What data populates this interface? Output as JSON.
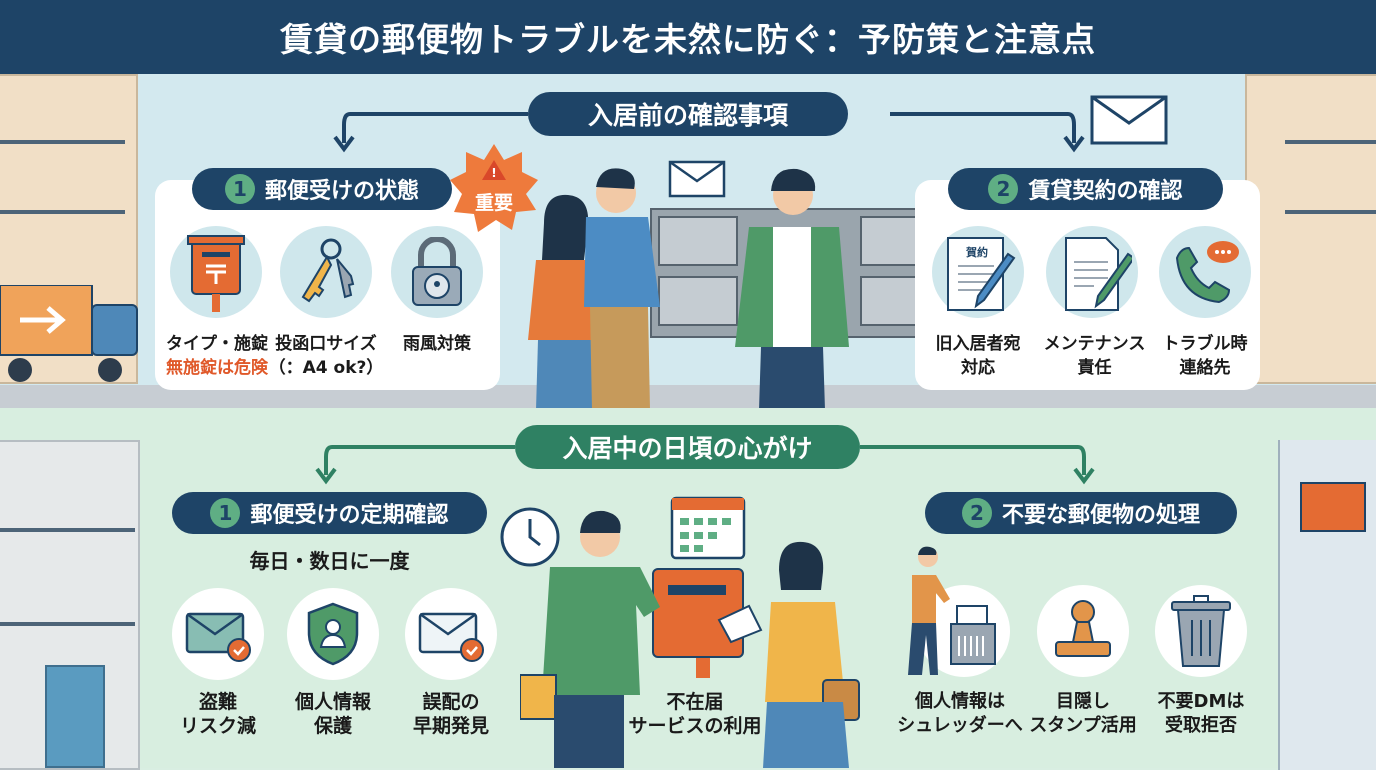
{
  "title": "賃貸の郵便物トラブルを未然に防ぐ：予防策と注意点",
  "before_move_in": {
    "heading": "入居前の確認事項",
    "mailbox_condition": {
      "number": "1",
      "title": "郵便受けの状態",
      "badge": "重要",
      "items": [
        {
          "icon": "mailbox-icon",
          "label": "タイプ・施錠",
          "note": "無施錠は危険"
        },
        {
          "icon": "keys-icon",
          "label": "投函口サイズ",
          "note": "（：A4 ok?）"
        },
        {
          "icon": "padlock-icon",
          "label": "雨風対策"
        }
      ]
    },
    "contract_check": {
      "number": "2",
      "title": "賃貸契約の確認",
      "items": [
        {
          "icon": "contract-icon",
          "doc_label": "賀約",
          "label1": "旧入居者宛",
          "label2": "対応"
        },
        {
          "icon": "document-pen-icon",
          "label1": "メンテナンス",
          "label2": "責任"
        },
        {
          "icon": "phone-icon",
          "label1": "トラブル時",
          "label2": "連絡先"
        }
      ]
    }
  },
  "during_residence": {
    "heading": "入居中の日頃の心がけ",
    "regular_check": {
      "number": "1",
      "title": "郵便受けの定期確認",
      "frequency": "毎日・数日に一度",
      "items": [
        {
          "icon": "mail-check-icon",
          "label1": "盗難",
          "label2": "リスク減"
        },
        {
          "icon": "shield-user-icon",
          "label1": "個人情報",
          "label2": "保護"
        },
        {
          "icon": "mail-check-icon",
          "label1": "誤配の",
          "label2": "早期発見"
        }
      ]
    },
    "absence_notice": {
      "label1": "不在届",
      "label2": "サービスの利用"
    },
    "unwanted_mail": {
      "number": "2",
      "title": "不要な郵便物の処理",
      "items": [
        {
          "icon": "shredder-icon",
          "label1": "個人情報は",
          "label2": "シュレッダーへ"
        },
        {
          "icon": "stamp-icon",
          "label1": "目隠し",
          "label2": "スタンプ活用"
        },
        {
          "icon": "trash-can-icon",
          "label1": "不要DMは",
          "label2": "受取拒否"
        }
      ]
    }
  },
  "colors": {
    "navy": "#1e4467",
    "green": "#2f8163",
    "orange": "#e0592a",
    "sky": "#d3e9ef",
    "mint": "#d8eee0"
  }
}
